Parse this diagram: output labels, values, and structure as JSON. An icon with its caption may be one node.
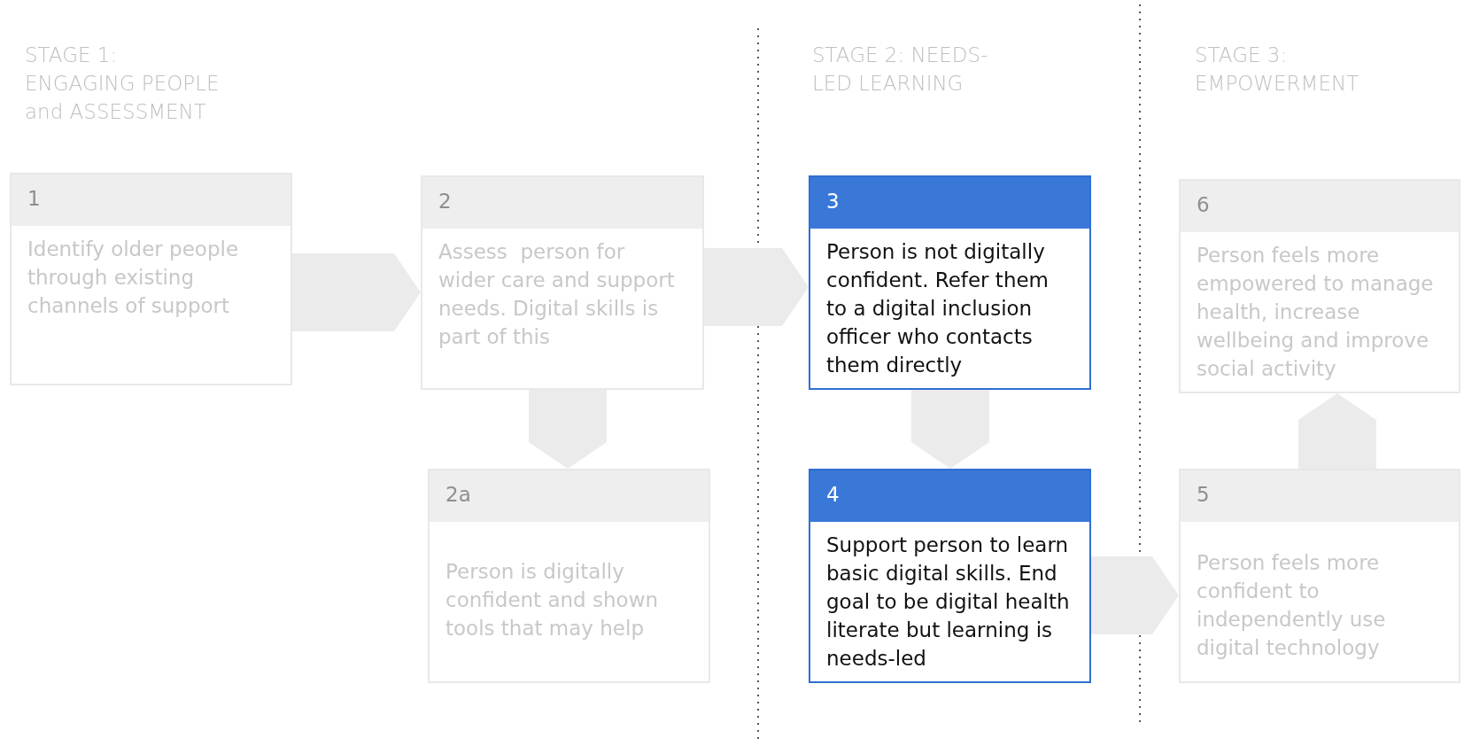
{
  "diagram": {
    "nodes": [
      {
        "text": [
          "1",
          "Identify older people through existing channels of support"
        ]
      },
      {
        "text": [
          "2",
          "Assess  person for wider care and support needs. Digital skills is part of this"
        ]
      },
      {
        "text": [
          "2a",
          "Person is digitally confident and shown tools that may help"
        ]
      },
      {
        "text": [
          "3",
          "Person is not digitally confident. Refer them to a digital inclusion officer who contacts them directly"
        ]
      },
      {
        "text": [
          "4",
          "Support person to learn basic digital skills. End goal to be digital health literate but learning is needs-led"
        ]
      },
      {
        "text": [
          "5",
          "Person feels more confident to independently use digital technology"
        ]
      },
      {
        "text": [
          "6",
          "Person feels more empowered to manage health, increase wellbeing and improve social activity"
        ]
      }
    ],
    "edges": [
      {
        "from": 0,
        "to": 1,
        "arrow": "to"
      },
      {
        "from": 1,
        "to": 2,
        "arrow": "to"
      },
      {
        "from": 1,
        "to": 3,
        "arrow": "to"
      },
      {
        "from": 3,
        "to": 4,
        "arrow": "to"
      },
      {
        "from": 4,
        "to": 5,
        "arrow": "to"
      },
      {
        "from": 5,
        "to": 6,
        "arrow": "to"
      }
    ],
    "labels": [
      "STAGE 1: ENGAGING PEOPLE and ASSESSMENT",
      "STAGE 2: NEEDS-LED LEARNING",
      "STAGE 3: EMPOWERMENT"
    ]
  }
}
